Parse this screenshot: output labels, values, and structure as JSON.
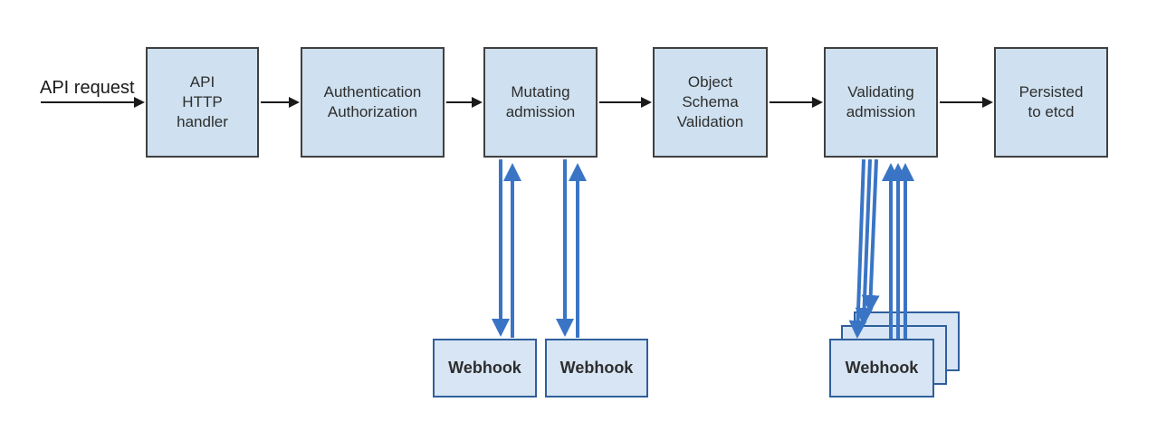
{
  "colors": {
    "canvas-bg": "#ffffff",
    "box-fill": "#cfe1f0",
    "box-border": "#404040",
    "webhook-fill": "#d7e5f4",
    "webhook-border": "#2f5f9c",
    "flow-arrow": "#1a1a1a",
    "hook-arrow": "#3a75c5",
    "text": "#2e2e2e"
  },
  "entry": {
    "label": "API request"
  },
  "pipeline": [
    {
      "id": "api-http-handler",
      "label": "API\nHTTP\nhandler"
    },
    {
      "id": "authentication-authorization",
      "label": "Authentication\nAuthorization"
    },
    {
      "id": "mutating-admission",
      "label": "Mutating\nadmission"
    },
    {
      "id": "object-schema-validation",
      "label": "Object\nSchema\nValidation"
    },
    {
      "id": "validating-admission",
      "label": "Validating\nadmission"
    },
    {
      "id": "persisted-to-etcd",
      "label": "Persisted\nto etcd"
    }
  ],
  "webhooks": {
    "mutating": [
      {
        "label": "Webhook"
      },
      {
        "label": "Webhook"
      }
    ],
    "validating": {
      "label": "Webhook",
      "stack_count": 3
    }
  }
}
